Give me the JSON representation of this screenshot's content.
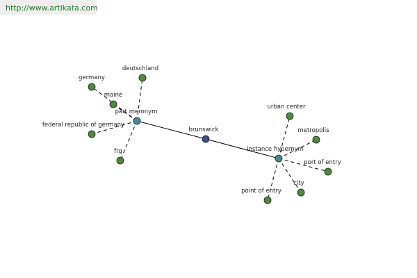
{
  "header": {
    "url": "http://www.artikata.com"
  },
  "colors": {
    "center": "#3a4d8c",
    "relation": "#3f8f8f",
    "leaf": "#4f8a3c",
    "edge": "#000000"
  },
  "graph": {
    "center": {
      "label": "brunswick"
    },
    "relations": [
      {
        "id": "part-meronym",
        "label": "part meronym",
        "leaves": [
          "deutschland",
          "germany",
          "maine",
          "federal republic of germany",
          "frg"
        ]
      },
      {
        "id": "instance-hypernym",
        "label": "instance hypernym",
        "leaves": [
          "urban center",
          "metropolis",
          "port of entry",
          "city",
          "point of entry"
        ]
      }
    ]
  }
}
